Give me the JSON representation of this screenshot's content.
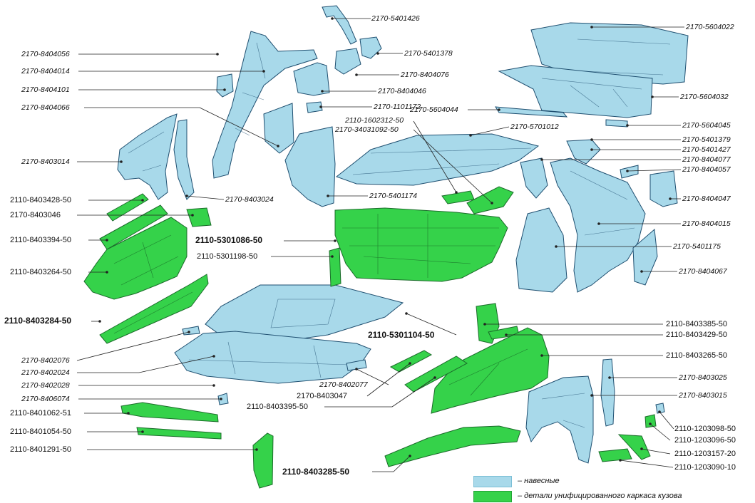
{
  "colors": {
    "hinged": "#a8d9ea",
    "frame": "#35d24a",
    "outline": "#1f4f70",
    "frame_outline": "#1b6b2a",
    "leader": "#222222"
  },
  "legend": {
    "hinged": "– навесные",
    "frame": "– детали унифицированного каркаса кузова"
  },
  "labels": {
    "p5401426": "2170-5401426",
    "p5604022": "2170-5604022",
    "p8404056": "2170-8404056",
    "p5401378": "2170-5401378",
    "p8404014": "2170-8404014",
    "p8404076": "2170-8404076",
    "p8404101": "2170-8404101",
    "p8404046": "2170-8404046",
    "p5604032": "2170-5604032",
    "p1101172": "2170-1101172",
    "p8404066": "2170-8404066",
    "p5604044": "2170-5604044",
    "p1602312": "2110-1602312-50",
    "p34031092": "2170-34031092-50",
    "p5701012": "2170-5701012",
    "p5604045": "2170-5604045",
    "p5401379": "2170-5401379",
    "p5401427": "2170-5401427",
    "p8403014": "2170-8403014",
    "p8404077": "2170-8404077",
    "p8404057": "2170-8404057",
    "p8403024": "2170-8403024",
    "p5401174": "2170-5401174",
    "p8404047": "2170-8404047",
    "p8403428": "2110-8403428-50",
    "p8403046": "2170-8403046",
    "p8404015": "2170-8404015",
    "p8403394": "2110-8403394-50",
    "p5301086": "2110-5301086-50",
    "p5401175": "2170-5401175",
    "p5301198": "2110-5301198-50",
    "p8403264": "2110-8403264-50",
    "p8404067": "2170-8404067",
    "p8403284": "2110-8403284-50",
    "p8403385": "2110-8403385-50",
    "p5301104": "2110-5301104-50",
    "p8403429": "2110-8403429-50",
    "p8402076": "2170-8402076",
    "p8403265": "2110-8403265-50",
    "p8402024": "2170-8402024",
    "p8403025": "2170-8403025",
    "p8402077": "2170-8402077",
    "p8402028": "2170-8402028",
    "p8403047": "2170-8403047",
    "p8403015": "2170-8403015",
    "p8406074": "2170-8406074",
    "p8403395": "2110-8403395-50",
    "p8401062": "2110-8401062-51",
    "p1203098": "2110-1203098-50",
    "p8401054": "2110-8401054-50",
    "p1203096": "2110-1203096-50",
    "p8401291": "2110-8401291-50",
    "p1203157": "2110-1203157-20",
    "p8403285": "2110-8403285-50",
    "p1203090": "2110-1203090-10"
  }
}
